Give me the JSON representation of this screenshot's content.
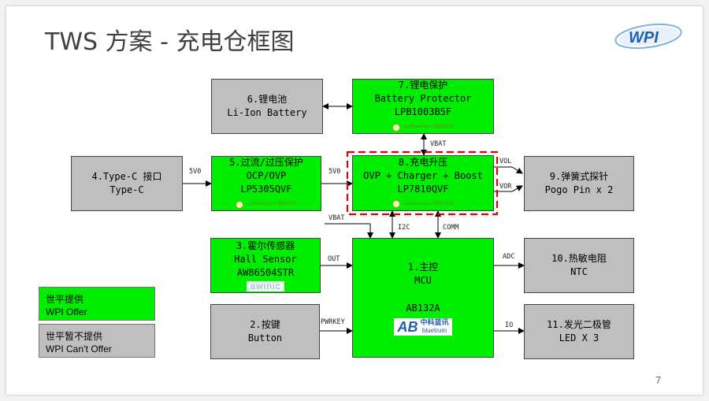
{
  "title": "TWS 方案 - 充电仓框图",
  "logo_text": "WPI",
  "page_number": "7",
  "blocks": {
    "battery": {
      "line1": "6.锂电池",
      "line2": "Li-Ion Battery"
    },
    "protector": {
      "line1": "7.锂电保护",
      "line2": "Battery Protector",
      "line3": "LPB1003B5F",
      "logo": "LowPowerSemi 微源半导体"
    },
    "typec": {
      "line1": "4.Type-C 接口",
      "line2": "Type-C"
    },
    "ocp": {
      "line1": "5.过流/过压保护",
      "line2": "OCP/OVP",
      "line3": "LP5305QVF",
      "logo": "LowPowerSemi 微源半导体"
    },
    "charger": {
      "line1": "8.充电升压",
      "line2": "OVP + Charger + Boost",
      "line3": "LP7810QVF",
      "logo": "LowPowerSemi 微源半导体"
    },
    "pogo": {
      "line1": "9.弹簧式探针",
      "line2": "Pogo Pin x 2"
    },
    "hall": {
      "line1": "3.霍尔传感器",
      "line2": "Hall Sensor",
      "line3": "AW86504STR",
      "logo": "awinic"
    },
    "mcu": {
      "line1": "1.主控",
      "line2": "MCU",
      "line3": "AB132A",
      "logo_mark": "AB",
      "logo_cn": "中科蓝讯",
      "logo_en": "bluetrum"
    },
    "ntc": {
      "line1": "10.热敏电阻",
      "line2": "NTC"
    },
    "button": {
      "line1": "2.按键",
      "line2": "Button"
    },
    "led": {
      "line1": "11.发光二极管",
      "line2": "LED X 3"
    }
  },
  "signals": {
    "typec_5v": "5V0",
    "ocp_5v": "5V0",
    "vbat_top": "VBAT",
    "vol": "VOL",
    "vor": "VOR",
    "vbat_mcu": "VBAT",
    "i2c": "I2C",
    "comm": "COMM",
    "out": "OUT",
    "adc": "ADC",
    "pwrkey": "PWRKEY",
    "io": "IO"
  },
  "legend": {
    "offer_cn": "世平提供",
    "offer_en": "WPI Offer",
    "no_offer_cn": "世平暂不提供",
    "no_offer_en": "WPI Can’t Offer"
  },
  "colors": {
    "wpi_offer": "#00ee00",
    "wpi_cant_offer": "#bfbfbf",
    "highlight": "#e00000"
  }
}
